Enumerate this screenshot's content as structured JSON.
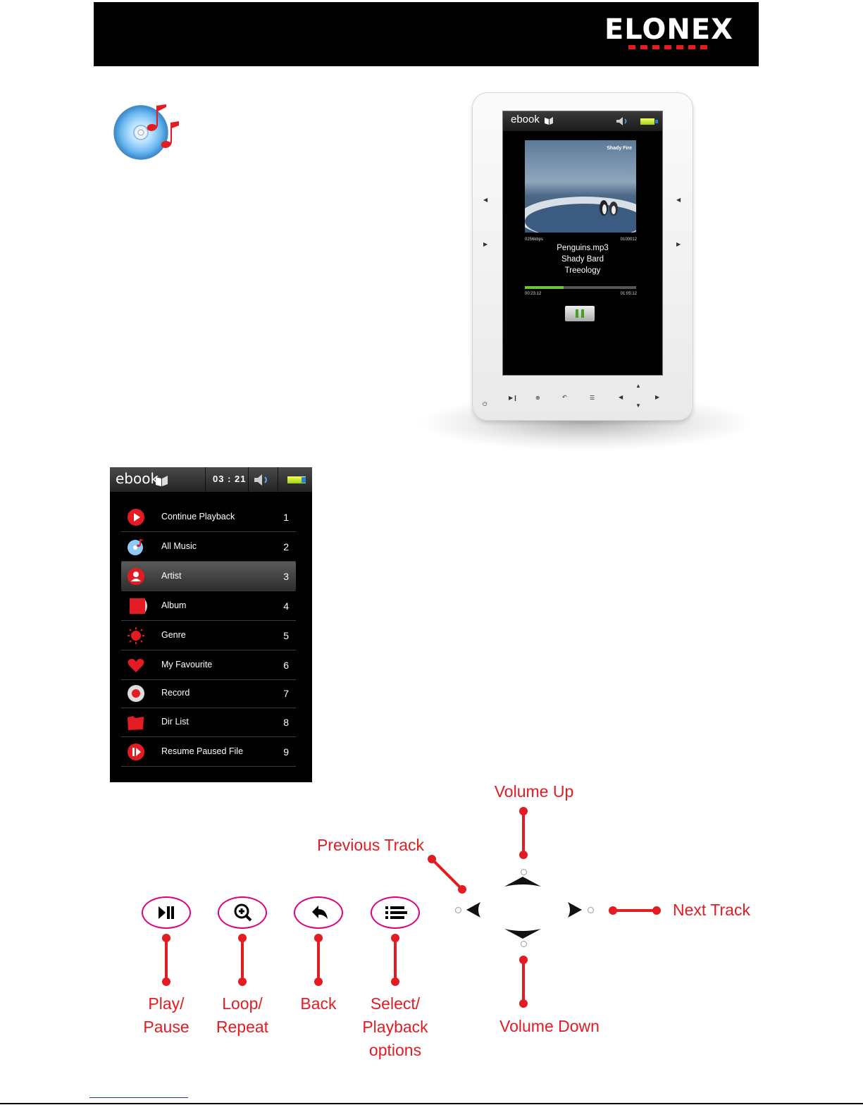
{
  "header": {
    "brand": "ELONEX"
  },
  "device": {
    "status": {
      "app_name": "ebook"
    },
    "album": {
      "label": "Shady Fire"
    },
    "bitrate": "0256kbps",
    "track_index": "0100012",
    "track_title": "Penguins.mp3",
    "artist": "Shady Bard",
    "album_name": "Treeology",
    "elapsed": "00:23:12",
    "total": "01:05:12",
    "progress_fraction": 0.35
  },
  "menu": {
    "app_name": "ebook",
    "clock": "03 : 21",
    "items": [
      {
        "label": "Continue Playback",
        "num": "1",
        "icon": "play-icon"
      },
      {
        "label": "All Music",
        "num": "2",
        "icon": "music-disc-icon"
      },
      {
        "label": "Artist",
        "num": "3",
        "icon": "person-icon"
      },
      {
        "label": "Album",
        "num": "4",
        "icon": "album-icon"
      },
      {
        "label": "Genre",
        "num": "5",
        "icon": "sun-icon"
      },
      {
        "label": "My Favourite",
        "num": "6",
        "icon": "heart-icon"
      },
      {
        "label": "Record",
        "num": "7",
        "icon": "record-icon"
      },
      {
        "label": "Dir List",
        "num": "8",
        "icon": "folder-icon"
      },
      {
        "label": "Resume Paused File",
        "num": "9",
        "icon": "resume-icon"
      }
    ],
    "selected_index": 2
  },
  "controls": {
    "volume_up": "Volume Up",
    "previous_track": "Previous Track",
    "next_track": "Next Track",
    "volume_down": "Volume Down",
    "play_pause_1": "Play/",
    "play_pause_2": "Pause",
    "loop_1": "Loop/",
    "loop_2": "Repeat",
    "back": "Back",
    "select_1": "Select/",
    "select_2": "Playback",
    "select_3": "options"
  },
  "colors": {
    "accent": "#e31b23",
    "pill_border": "#e0007a",
    "header_bg": "#000000"
  }
}
